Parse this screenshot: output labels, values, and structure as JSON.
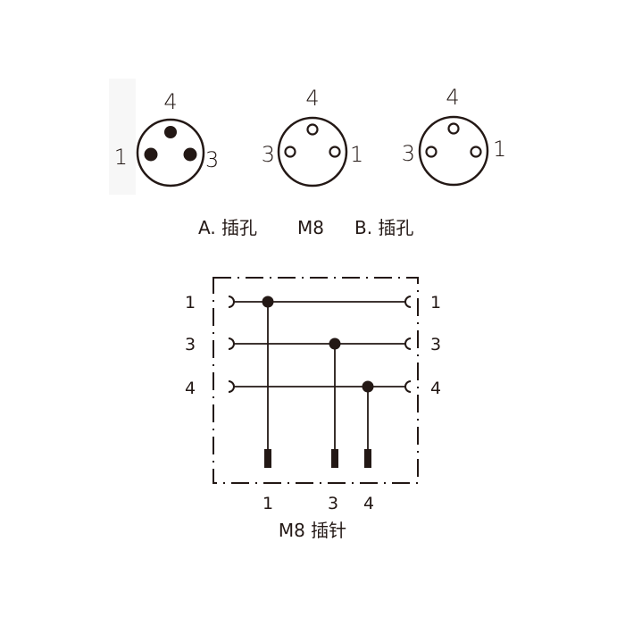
{
  "connectors": [
    {
      "id": "A",
      "style": "filled",
      "pin_top": "4",
      "pin_left": "1",
      "pin_right": "3"
    },
    {
      "id": "M8",
      "style": "hollow",
      "pin_top": "4",
      "pin_left": "3",
      "pin_right": "1"
    },
    {
      "id": "B",
      "style": "hollow",
      "pin_top": "4",
      "pin_left": "3",
      "pin_right": "1"
    }
  ],
  "captions": {
    "a": "A. 插孔",
    "mid": "M8",
    "b": "B. 插孔"
  },
  "wiring": {
    "left_labels": [
      "1",
      "3",
      "4"
    ],
    "right_labels": [
      "1",
      "3",
      "4"
    ],
    "bottom_labels": [
      "1",
      "3",
      "4"
    ],
    "bottom_caption": "M8 插针"
  },
  "colors": {
    "line": "#231815",
    "text": "#231815"
  }
}
